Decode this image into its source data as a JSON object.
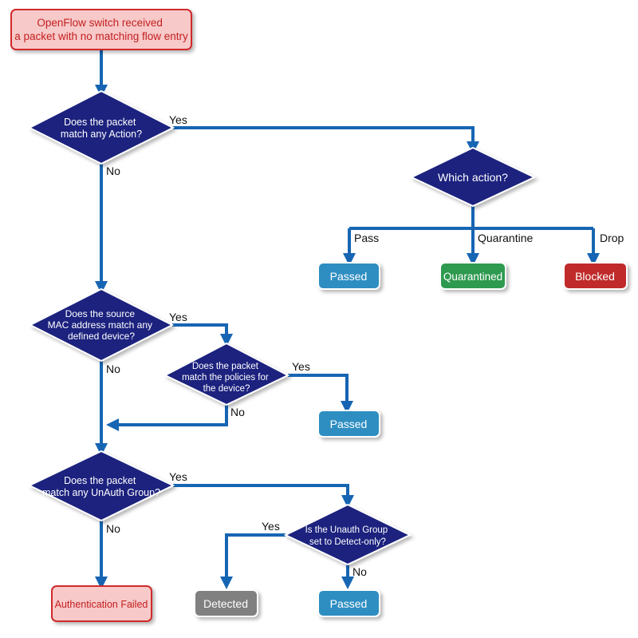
{
  "colors": {
    "line": "#1665b3",
    "diamond": "#1a237e",
    "start_fill": "#f7c9c9",
    "start_stroke": "#cf2b2b",
    "start_text": "#c41f1f",
    "passed": "#2f8ec2",
    "quarantined": "#2f9a4f",
    "blocked": "#c02a2a",
    "detected": "#808080"
  },
  "nodes": {
    "start": {
      "lines": [
        "OpenFlow switch received",
        "a packet with no matching flow entry"
      ]
    },
    "d1": {
      "lines": [
        "Does the packet",
        "match any Action?"
      ]
    },
    "d_action": {
      "lines": [
        "Which action?"
      ]
    },
    "passed_action": {
      "label": "Passed"
    },
    "quarantined": {
      "label": "Quarantined"
    },
    "blocked": {
      "label": "Blocked"
    },
    "d2": {
      "lines": [
        "Does the source",
        "MAC address match any",
        "defined device?"
      ]
    },
    "d3": {
      "lines": [
        "Does the packet",
        "match the policies for",
        "the device?"
      ]
    },
    "passed_policy": {
      "label": "Passed"
    },
    "d4": {
      "lines": [
        "Does the packet",
        "match any UnAuth Group?"
      ]
    },
    "d5": {
      "lines": [
        "Is the Unauth Group",
        "set to Detect-only?"
      ]
    },
    "auth_failed": {
      "label": "Authentication Failed"
    },
    "detected": {
      "label": "Detected"
    },
    "passed_unauth": {
      "label": "Passed"
    }
  },
  "edge_labels": {
    "d1_yes": "Yes",
    "d1_no": "No",
    "pass": "Pass",
    "quarantine": "Quarantine",
    "drop": "Drop",
    "d2_yes": "Yes",
    "d2_no": "No",
    "d3_yes": "Yes",
    "d3_no": "No",
    "d4_yes": "Yes",
    "d4_no": "No",
    "d5_yes": "Yes",
    "d5_no": "No"
  }
}
